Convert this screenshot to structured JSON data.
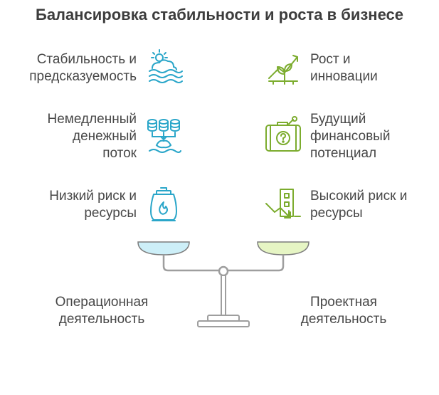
{
  "title": "Балансировка стабильности и роста в бизнесе",
  "left_items": [
    {
      "label": "Стабильность и\nпредсказуемость",
      "icon": "sun-over-water-icon"
    },
    {
      "label": "Немедленный\nденежный\nпоток",
      "icon": "coins-stack-icon"
    },
    {
      "label": "Низкий риск и\nресурсы",
      "icon": "lantern-flame-icon"
    }
  ],
  "right_items": [
    {
      "label": "Рост и\nинновации",
      "icon": "growing-plant-icon"
    },
    {
      "label": "Будущий\nфинансовый\nпотенциал",
      "icon": "briefcase-question-icon"
    },
    {
      "label": "Высокий риск и\nресурсы",
      "icon": "building-arrow-down-icon"
    }
  ],
  "bottom": {
    "left": "Операционная\nдеятельность",
    "right": "Проектная\nдеятельность"
  },
  "colors": {
    "left_accent": "#2aa6c9",
    "right_accent": "#7cac2e",
    "left_pan": "#cdeff8",
    "right_pan": "#e6f5c4",
    "scale": "#9e9e9e"
  }
}
